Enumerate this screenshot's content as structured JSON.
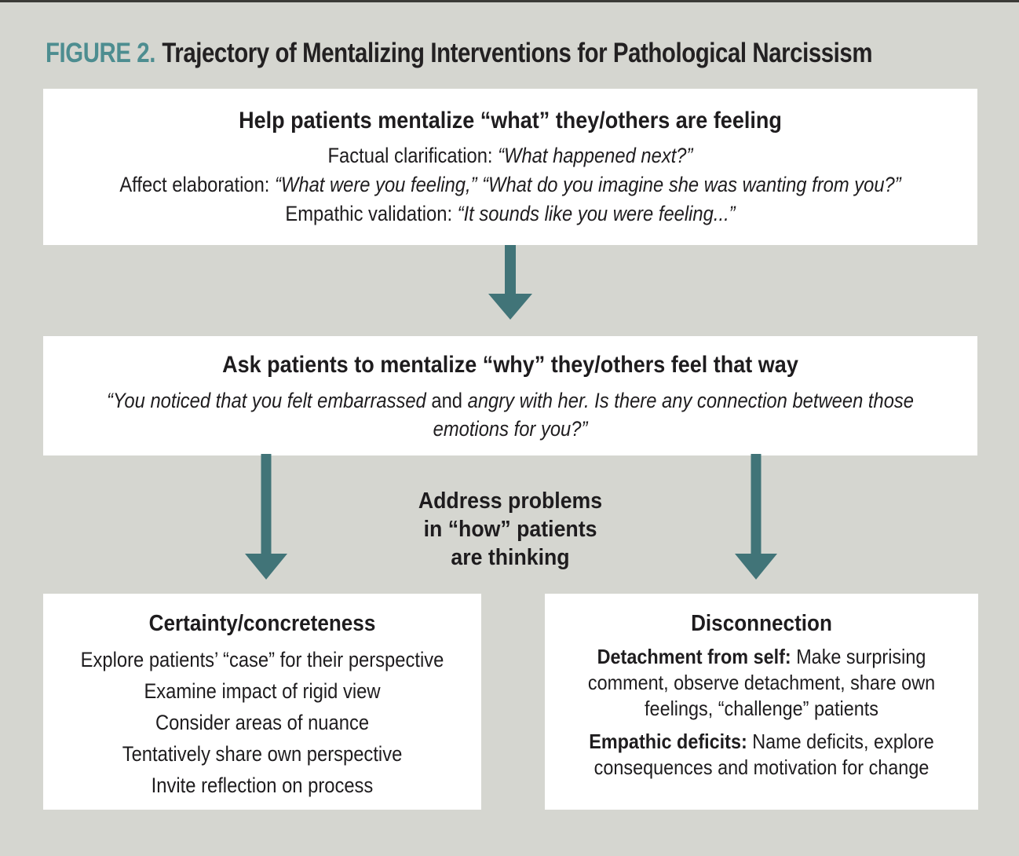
{
  "figure": {
    "label": "FIGURE 2.",
    "title": "Trajectory of Mentalizing Interventions for Pathological Narcissism"
  },
  "colors": {
    "background": "#d5d6d0",
    "arrow_teal": "#417478",
    "label_teal": "#4d8d90",
    "box_background": "#ffffff",
    "text": "#1e1c1e"
  },
  "icons": {
    "down_arrow": "down-arrow"
  },
  "box1": {
    "heading": "Help patients mentalize “what” they/others are feeling",
    "lines": [
      {
        "lead": "Factual clarification: ",
        "quote": "“What happened next?”"
      },
      {
        "lead": "Affect elaboration: ",
        "quote": "“What were you feeling,” “What do you imagine she was wanting from you?”"
      },
      {
        "lead": "Empathic validation: ",
        "quote": "“It sounds like you were feeling...”"
      }
    ]
  },
  "box2": {
    "heading": "Ask patients to mentalize “why” they/others feel that way",
    "quote_line1": {
      "italic1": "“You noticed that you felt embarrassed",
      "roman": " and ",
      "italic2": "angry with her. Is there any connection between those"
    },
    "quote_line2": "emotions for you?”"
  },
  "center_label": {
    "line1": "Address problems",
    "line2": "in “how” patients",
    "line3": "are thinking"
  },
  "box_left": {
    "heading": "Certainty/concreteness",
    "items": [
      "Explore patients’ “case” for their perspective",
      "Examine impact of rigid view",
      "Consider areas of nuance",
      "Tentatively share own perspective",
      "Invite reflection on process"
    ]
  },
  "box_right": {
    "heading": "Disconnection",
    "detachment": {
      "lead": "Detachment from self:",
      "line1_rest": " Make surprising",
      "line2": "comment, observe detachment, share own",
      "line3": "feelings, “challenge” patients"
    },
    "empathic": {
      "lead": "Empathic deficits:",
      "line1_rest": " Name deficits, explore",
      "line2": "consequences and motivation for change"
    }
  }
}
